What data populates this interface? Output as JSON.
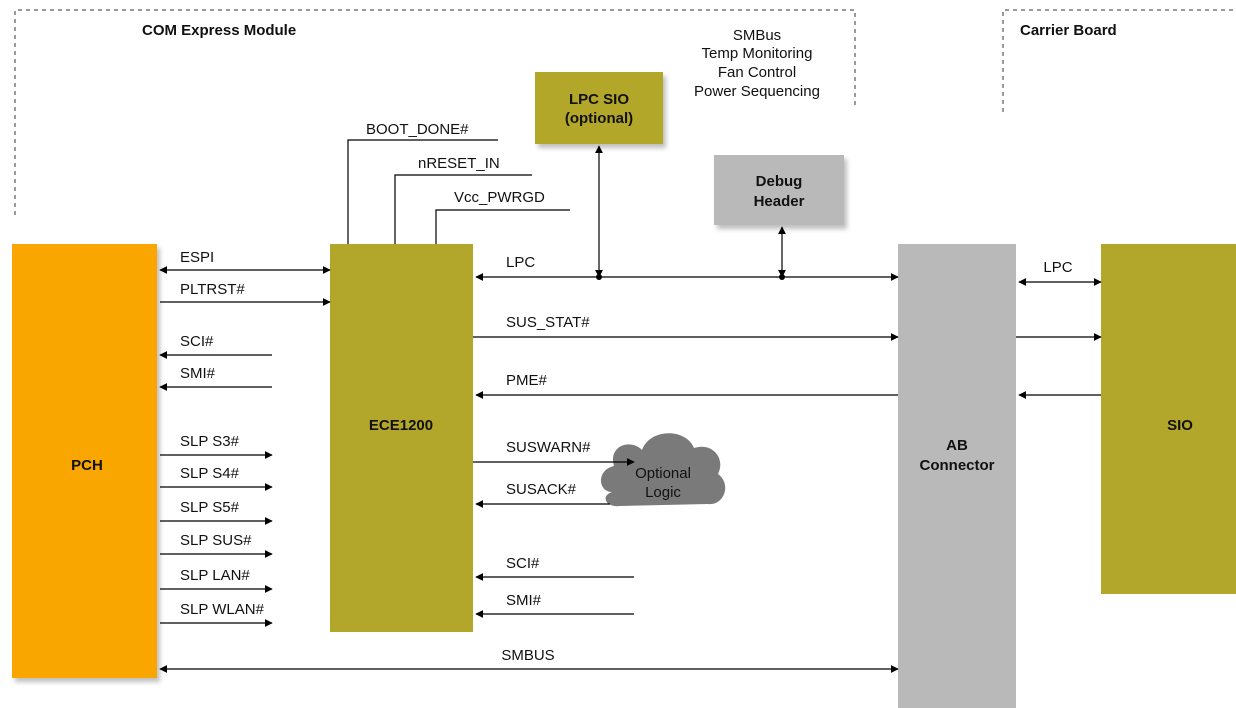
{
  "regions": {
    "module": "COM Express Module",
    "carrier": "Carrier Board",
    "smbus_note": [
      "SMBus",
      "Temp Monitoring",
      "Fan Control",
      "Power Sequencing"
    ]
  },
  "blocks": {
    "lpc_sio": [
      "LPC SIO",
      "(optional)"
    ],
    "debug": [
      "Debug",
      "Header"
    ],
    "pch": "PCH",
    "ece": "ECE1200",
    "ab": [
      "AB",
      "Connector"
    ],
    "sio": "SIO",
    "cloud": [
      "Optional",
      "Logic"
    ]
  },
  "signals": {
    "boot_done": "BOOT_DONE#",
    "nreset": "nRESET_IN",
    "vcc": "Vcc_PWRGD",
    "espi": "ESPI",
    "pltrst": "PLTRST#",
    "sci_left": "SCI#",
    "smi_left": "SMI#",
    "slp_s3": "SLP S3#",
    "slp_s4": "SLP S4#",
    "slp_s5": "SLP S5#",
    "slp_sus": "SLP SUS#",
    "slp_lan": "SLP LAN#",
    "slp_wlan": "SLP WLAN#",
    "lpc": "LPC",
    "sus_stat": "SUS_STAT#",
    "pme": "PME#",
    "suswarn": "SUSWARN#",
    "susack": "SUSACK#",
    "sci_right": "SCI#",
    "smi_right": "SMI#",
    "smbus": "SMBUS",
    "lpc_carrier": "LPC"
  },
  "colors": {
    "pch": "#f9a602",
    "olive": "#b3a72b",
    "gray_block": "#b9b9b9",
    "cloud": "#7a7a7a"
  }
}
